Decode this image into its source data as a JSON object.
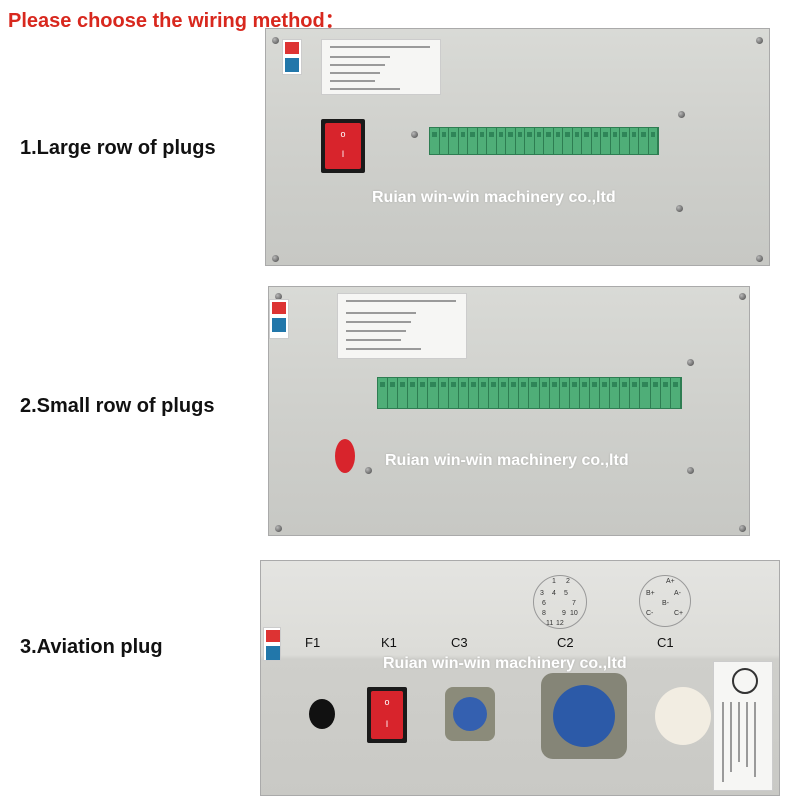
{
  "heading": "Please choose the wiring method：",
  "colors": {
    "heading": "#d8281e",
    "watermark": "#ffffff",
    "terminal": "#4fae78",
    "switch": "#d8242c"
  },
  "options": [
    {
      "label": "1.Large row of plugs"
    },
    {
      "label": "2.Small row of plugs"
    },
    {
      "label": "3.Aviation plug"
    }
  ],
  "watermark": "Ruian win-win machinery co.,ltd",
  "panel3": {
    "silkscreen": [
      "F1",
      "K1",
      "C3",
      "C2",
      "C1"
    ],
    "c2_pins": [
      "1",
      "2",
      "3",
      "4",
      "5",
      "6",
      "7",
      "8",
      "9",
      "10",
      "11",
      "12"
    ],
    "c1_pins": [
      "A+",
      "B+",
      "A-",
      "B-",
      "C-",
      "C+"
    ]
  }
}
